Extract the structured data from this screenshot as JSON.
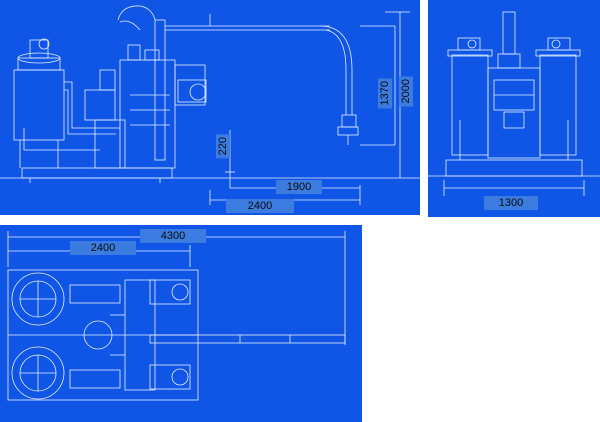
{
  "side_view": {
    "dims": {
      "width_total": "2400",
      "reach": "1900",
      "base_height": "220",
      "arm_height": "1370",
      "total_height": "2000"
    }
  },
  "front_view": {
    "dims": {
      "width": "1300"
    }
  },
  "top_view": {
    "dims": {
      "inner_length": "2400",
      "total_length": "4300"
    }
  },
  "colors": {
    "background": "#0f55e6",
    "line": "#e8f0ff",
    "label_bg": "#3c7be0"
  }
}
